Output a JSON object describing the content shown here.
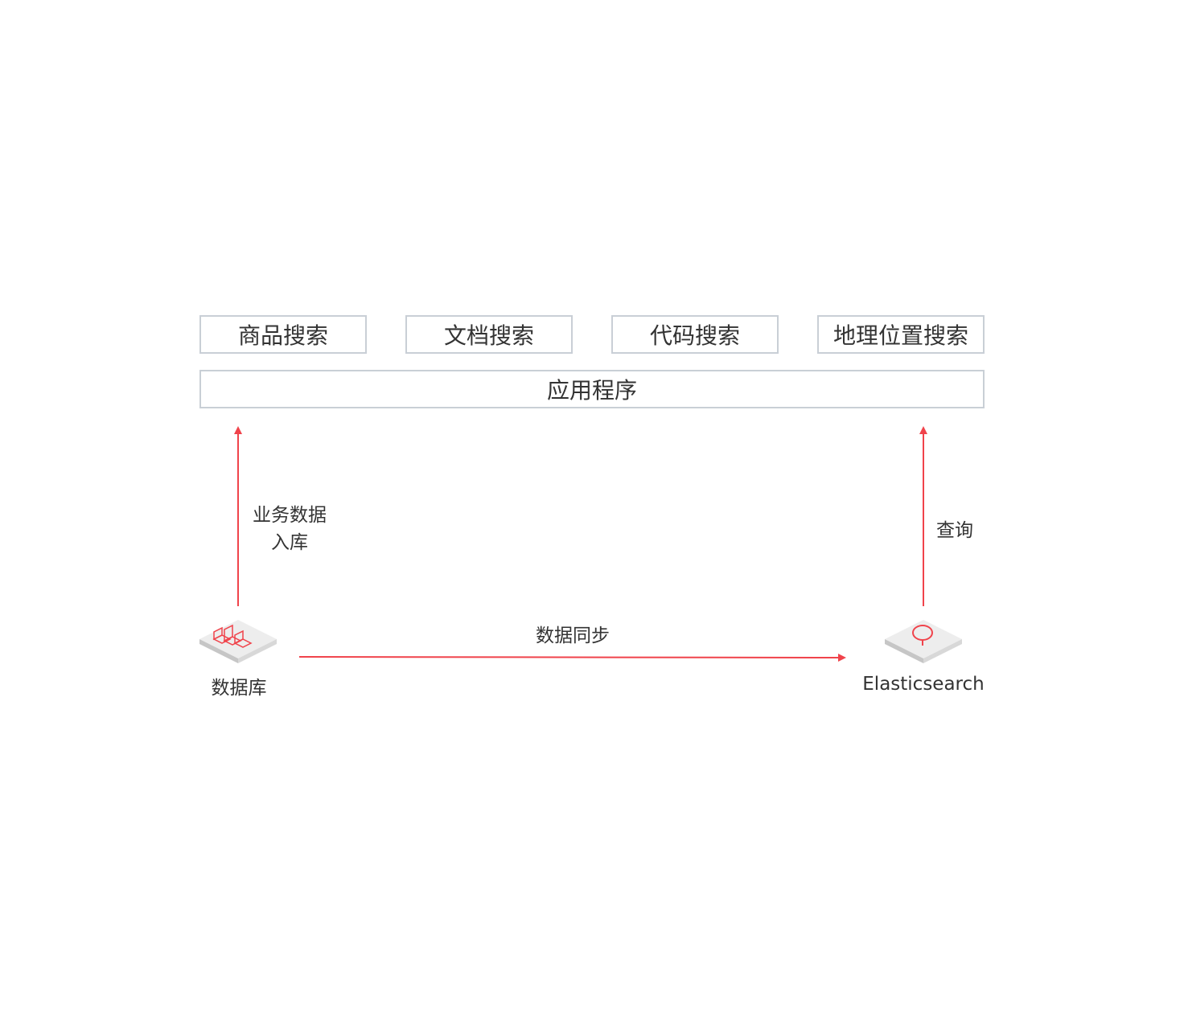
{
  "search_types": [
    "商品搜索",
    "文档搜索",
    "代码搜索",
    "地理位置搜索"
  ],
  "application": "应用程序",
  "database": {
    "label": "数据库",
    "icon": "database-icon"
  },
  "elasticsearch": {
    "label": "Elasticsearch",
    "icon": "search-icon"
  },
  "edges": {
    "db_to_app": {
      "line1": "业务数据",
      "line2": "入库"
    },
    "db_to_es": "数据同步",
    "es_to_app": "查询"
  },
  "colors": {
    "arrow": "#f0434b",
    "box_border": "#c9cfd6",
    "text": "#333333"
  }
}
